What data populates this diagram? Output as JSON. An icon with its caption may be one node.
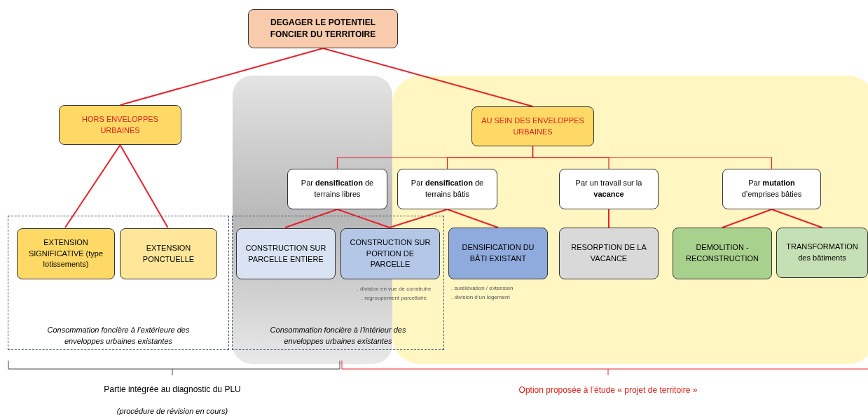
{
  "diagram": {
    "nodes": [
      {
        "text": [
          "DEGAGER LE POTENTIEL FONCIER DU TERRITOIRE"
        ]
      },
      {
        "text": [
          "HORS ENVELOPPES URBAINES"
        ]
      },
      {
        "text": [
          "AU SEIN DES ENVELOPPES URBAINES"
        ]
      },
      {
        "text": [
          "Par **densification** de terrains libres"
        ]
      },
      {
        "text": [
          "Par **densification** de terrains bâtis"
        ]
      },
      {
        "text": [
          "Par un travail sur la **vacance**"
        ]
      },
      {
        "text": [
          "Par **mutation** d’emprises bâties"
        ]
      },
      {
        "text": [
          "Consommation foncière à l’extérieure des enveloppes urbaines existantes"
        ]
      },
      {
        "text": [
          "EXTENSION SIGNIFICATIVE (type lotissements)"
        ],
        "in": 7
      },
      {
        "text": [
          "EXTENSION PONCTUELLE"
        ],
        "in": 7
      },
      {
        "text": [
          "Consommation foncière à l’intérieur des enveloppes urbaines existantes"
        ]
      },
      {
        "text": [
          "CONSTRUCTION SUR PARCELLE ENTIERE"
        ],
        "in": 10
      },
      {
        "text": [
          "CONSTRUCTION SUR PORTION DE PARCELLE"
        ],
        "in": 10,
        "beside": [
          ". division en vue de construire",
          ". regroupement parcellaire"
        ]
      },
      {
        "text": [
          "DENSIFICATION DU BÂTI EXISTANT"
        ],
        "beside": [
          ". surélévation / extension",
          ". division d’un logement"
        ]
      },
      {
        "text": [
          "RESORPTION DE LA VACANCE"
        ]
      },
      {
        "text": [
          "DEMOLITION - RECONSTRUCTION"
        ]
      },
      {
        "text": [
          "TRANSFORMATION des bâtiments"
        ]
      }
    ],
    "edges": [
      {
        "from": 0,
        "to": 1,
        "arrow": "none"
      },
      {
        "from": 0,
        "to": 2,
        "arrow": "none"
      },
      {
        "from": 1,
        "to": 8,
        "arrow": "none"
      },
      {
        "from": 1,
        "to": 9,
        "arrow": "none"
      },
      {
        "from": 2,
        "to": 3,
        "arrow": "none"
      },
      {
        "from": 2,
        "to": 4,
        "arrow": "none"
      },
      {
        "from": 2,
        "to": 5,
        "arrow": "none"
      },
      {
        "from": 2,
        "to": 6,
        "arrow": "none"
      },
      {
        "from": 3,
        "to": 11,
        "arrow": "none"
      },
      {
        "from": 3,
        "to": 12,
        "arrow": "none"
      },
      {
        "from": 4,
        "to": 12,
        "arrow": "none"
      },
      {
        "from": 4,
        "to": 13,
        "arrow": "none"
      },
      {
        "from": 5,
        "to": 14,
        "arrow": "none"
      },
      {
        "from": 6,
        "to": 15,
        "arrow": "none"
      },
      {
        "from": 6,
        "to": 16,
        "arrow": "none"
      }
    ],
    "labels": [
      "Partie intégrée au diagnostic du PLU",
      "(procédure de révision en cours)",
      "Option proposée à l’étude « projet de territoire »"
    ]
  }
}
